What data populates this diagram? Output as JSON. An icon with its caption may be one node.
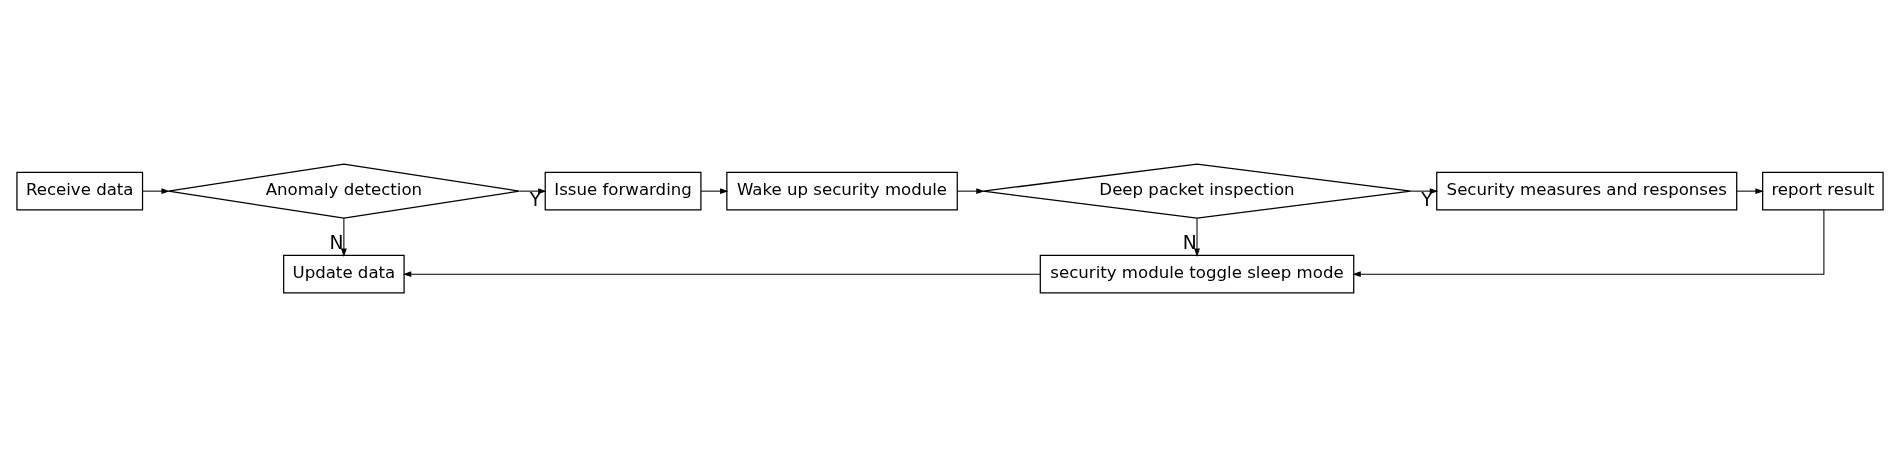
{
  "diagram": {
    "nodes": [
      {
        "text": [
          "Receive data"
        ]
      },
      {
        "text": [
          "Anomaly detection"
        ]
      },
      {
        "text": [
          "Issue forwarding"
        ]
      },
      {
        "text": [
          "Wake up security module"
        ]
      },
      {
        "text": [
          "Deep packet inspection"
        ]
      },
      {
        "text": [
          "Security measures and responses"
        ]
      },
      {
        "text": [
          "report result"
        ]
      },
      {
        "text": [
          "Update data"
        ]
      },
      {
        "text": [
          "security module toggle sleep mode"
        ]
      }
    ],
    "edges": [
      {
        "from": 0,
        "to": 1,
        "arrow": "to"
      },
      {
        "from": 1,
        "to": 2,
        "arrow": "to",
        "label": "Y"
      },
      {
        "from": 2,
        "to": 3,
        "arrow": "to"
      },
      {
        "from": 3,
        "to": 4,
        "arrow": "to"
      },
      {
        "from": 4,
        "to": 5,
        "arrow": "to",
        "label": "Y"
      },
      {
        "from": 5,
        "to": 6,
        "arrow": "to"
      },
      {
        "from": 1,
        "to": 7,
        "arrow": "to",
        "label": "N"
      },
      {
        "from": 4,
        "to": 8,
        "arrow": "to",
        "label": "N"
      },
      {
        "from": 6,
        "to": 8,
        "arrow": "to"
      },
      {
        "from": 8,
        "to": 7,
        "arrow": "to"
      }
    ]
  }
}
